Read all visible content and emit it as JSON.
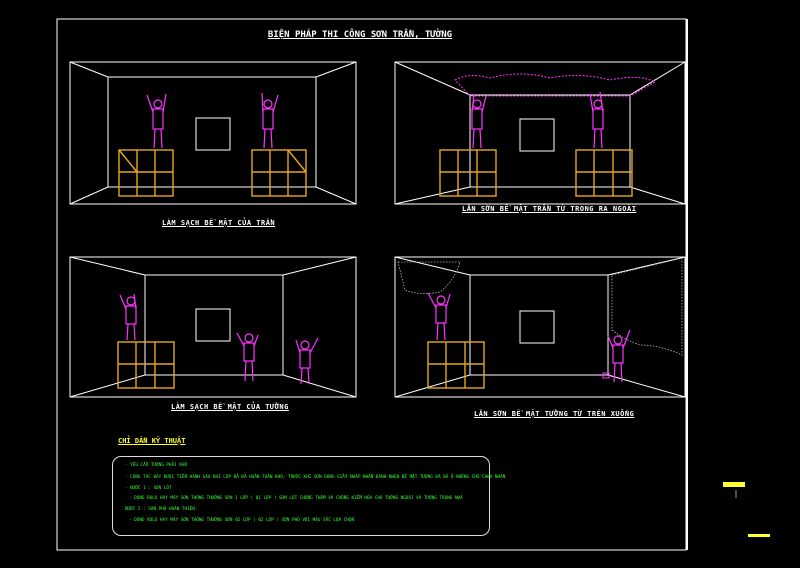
{
  "title": "BIỆN PHÁP THI CÔNG SƠN TRẦN, TƯỜNG",
  "captions": {
    "panel1": "LÀM SẠCH BỀ MẶT CỦA TRẦN",
    "panel2": "LĂN SƠN BỀ MẶT TRẦN TỪ TRONG RA NGOÀI",
    "panel3": "LÀM SẠCH BỀ MẶT CỦA TƯỜNG",
    "panel4": "LĂN SƠN BỀ MẶT TƯỜNG TỪ TRÊN XUỐNG"
  },
  "notes": {
    "heading": "CHỈ DẪN KỸ THUẬT",
    "lines": [
      "- YÊU CẦU TƯỜNG PHẢI KHÔ",
      "- CÔNG TÁC BẢY ĐƯỢC TIẾN HÀNH SAU KHI LỚP BẢ ĐÃ HOÀN TOÀN KHÔ, TRƯỚC KHI SƠN DÙNG GIẤY NHÁP NHẤN ĐÁNH NHẸN BỀ MẶT TƯỜNG ĐÃ BẢ Ở NHỮNG CHỖ CHƯA NHẴN",
      "- BƯỚC 1 : SƠN LÓT",
      "- DÙNG RULO HAY MÁY SƠN THÔNG THƯỜNG SƠN 1 LỚP ( 01 LỚP ) SƠN LÓT CHỐNG THẤM VÀ CHỐNG KIỀM HÓA CHO TƯỜNG NGOÀI VÀ TƯỜNG TRONG NHÀ",
      "BƯỚC 2 : SƠN PHỦ HOÀN THIỆN.",
      "- DÙNG RULO HAY MÁY SƠN THÔNG THƯỜNG SƠN 02 LỚP ( 02 LỚP ) SƠN PHỦ VỚI MÀU SẮC LỰA CHỌN"
    ]
  },
  "colors": {
    "frame": "#ffffff",
    "worker": "#ff33ff",
    "scaffold": "#e6a817",
    "notes_text": "#33ff33",
    "heading": "#ffff33"
  }
}
